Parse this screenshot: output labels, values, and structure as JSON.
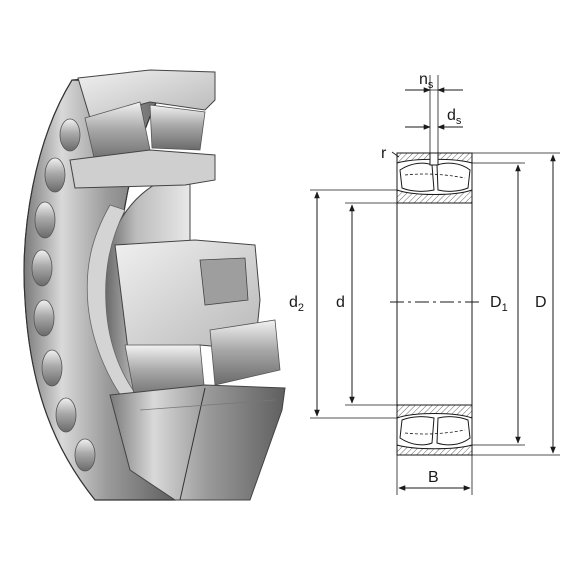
{
  "labels": {
    "ns": {
      "main": "n",
      "sub": "s"
    },
    "ds": {
      "main": "d",
      "sub": "s"
    },
    "r": "r",
    "d2": {
      "main": "d",
      "sub": "2"
    },
    "d": "d",
    "D1": {
      "main": "D",
      "sub": "1"
    },
    "D": "D",
    "B": "B"
  },
  "colors": {
    "line": "#1a1a1a",
    "steel_light": "#e6e6e6",
    "steel_mid": "#b5b5b5",
    "steel_dark": "#6f6f6f",
    "section_hatch": "#555555"
  },
  "icons": {
    "illustration": "spherical-roller-bearing-cutaway-icon"
  }
}
